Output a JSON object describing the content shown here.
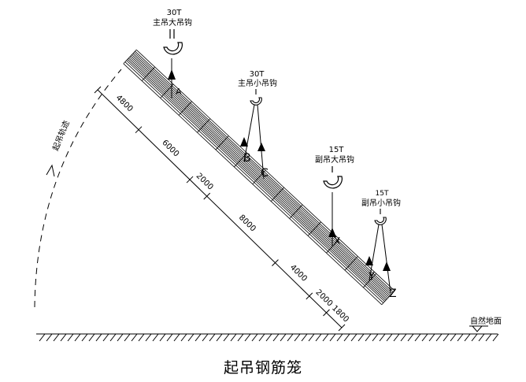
{
  "caption": "起吊钢筋笼",
  "ground_label": "自然地面",
  "arc_label": "起吊轨迹",
  "hooks": [
    {
      "id": "main-big",
      "capacity": "30T",
      "name": "主吊大吊钩"
    },
    {
      "id": "main-small",
      "capacity": "30T",
      "name": "主吊小吊钩"
    },
    {
      "id": "aux-big",
      "capacity": "15T",
      "name": "副吊大吊钩"
    },
    {
      "id": "aux-small",
      "capacity": "15T",
      "name": "副吊小吊钩"
    }
  ],
  "points": {
    "a": "A",
    "b": "B",
    "c": "C",
    "x": "X",
    "y": "Y",
    "z": "Z"
  },
  "dimensions": [
    "4800",
    "6000",
    "2000",
    "8000",
    "4000",
    "2000",
    "1800"
  ]
}
